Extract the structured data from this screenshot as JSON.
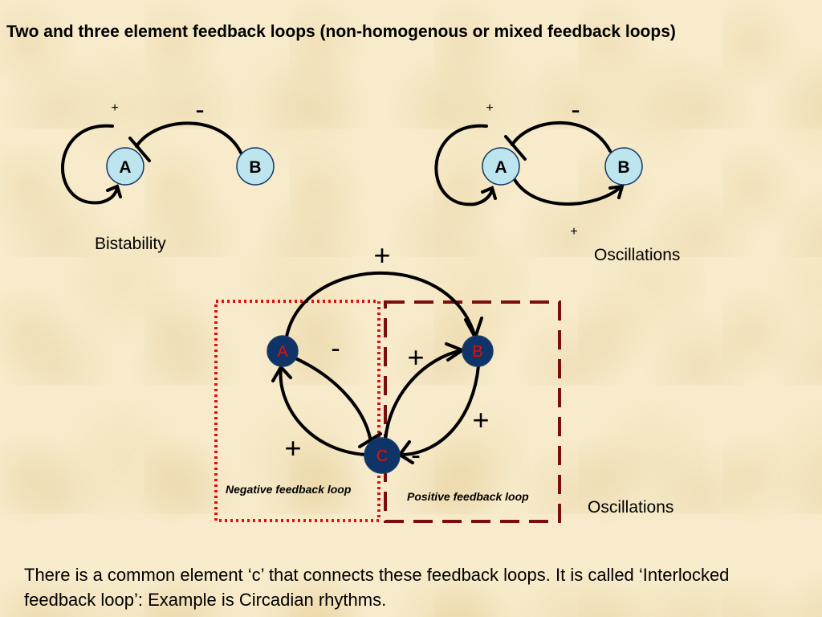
{
  "title": "Two and three  element feedback loops (non-homogenous or mixed feedback loops)",
  "diagram1": {
    "node_a": "A",
    "node_b": "B",
    "self_loop_sign": "+",
    "edge_ab_sign": "-",
    "caption": "Bistability"
  },
  "diagram2": {
    "node_a": "A",
    "node_b": "B",
    "self_loop_sign": "+",
    "edge_ab_sign": "-",
    "edge_ba_sign": "+",
    "caption": "Oscillations"
  },
  "diagram3": {
    "node_a": "A",
    "node_b": "B",
    "node_c": "C",
    "edge_a_to_b_sign": "+",
    "edge_a_c_sign": "-",
    "edge_c_to_a_sign": "+",
    "edge_c_to_b_sign": "+",
    "edge_b_to_c_sign": "+",
    "c_minus_sign": "-",
    "negative_loop_label": "Negative feedback loop",
    "positive_loop_label": "Positive feedback loop",
    "caption": "Oscillations"
  },
  "footer": "There is a common element ‘c’ that connects these feedback loops. It is called ‘Interlocked feedback loop’: Example is Circadian rhythms.",
  "colors": {
    "background": "#f7ebcb",
    "node_light": "#bde5ee",
    "node_dark": "#0f3468",
    "node_dark_label": "#e01010",
    "negative_box": "#e01010",
    "positive_box": "#7a0e0e"
  }
}
